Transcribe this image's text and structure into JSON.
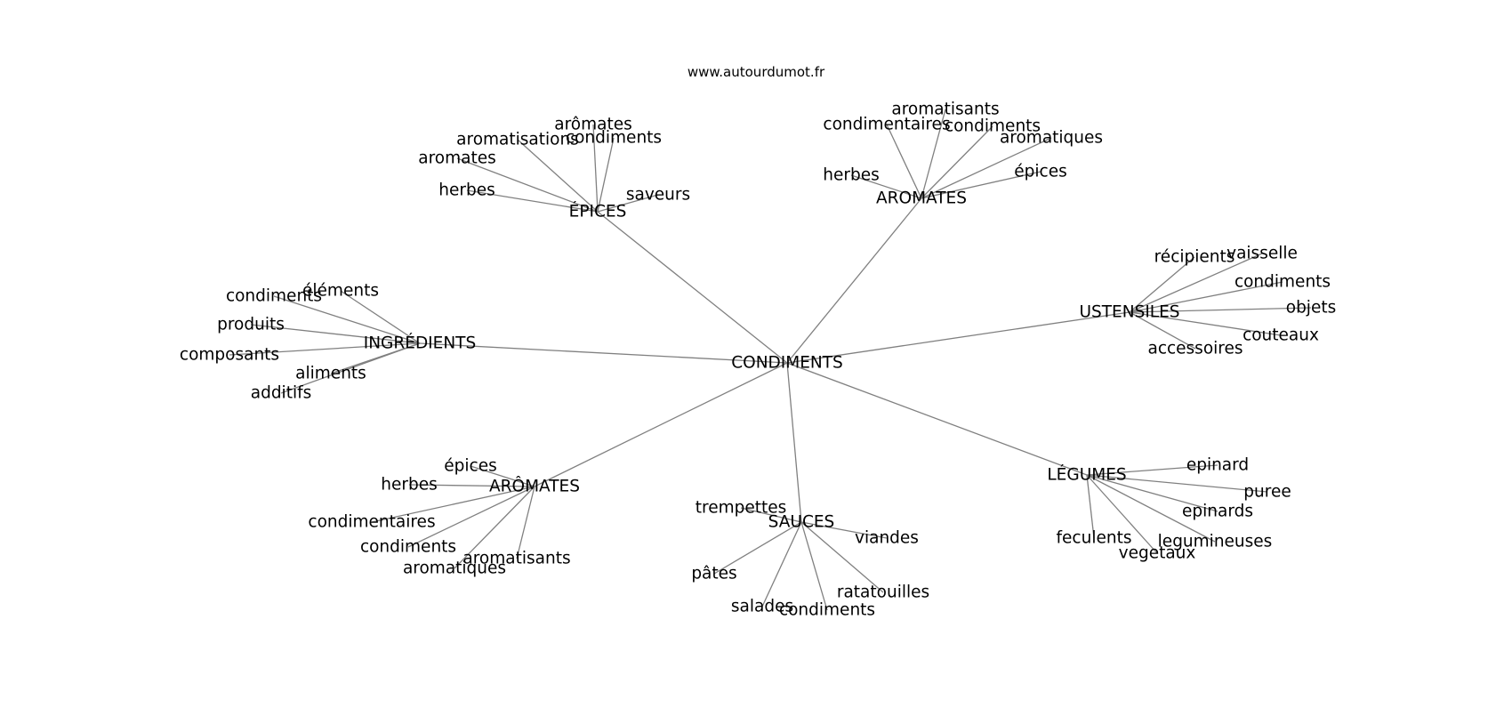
{
  "source": "www.autourdumot.fr",
  "graph": {
    "center": "CONDIMENTS",
    "clusters": [
      {
        "label": "ÉPICES",
        "terms": [
          "arômates",
          "aromatisations",
          "condiments",
          "aromates",
          "herbes",
          "saveurs"
        ]
      },
      {
        "label": "AROMATES",
        "terms": [
          "aromatisants",
          "condimentaires",
          "condiments",
          "aromatiques",
          "herbes",
          "épices"
        ]
      },
      {
        "label": "USTENSILES",
        "terms": [
          "récipients",
          "vaisselle",
          "condiments",
          "objets",
          "couteaux",
          "accessoires"
        ]
      },
      {
        "label": "INGRÉDIENTS",
        "terms": [
          "éléments",
          "condiments",
          "produits",
          "composants",
          "aliments",
          "additifs"
        ]
      },
      {
        "label": "ARÔMATES",
        "terms": [
          "épices",
          "herbes",
          "condimentaires",
          "condiments",
          "aromatisants",
          "aromatiques"
        ]
      },
      {
        "label": "SAUCES",
        "terms": [
          "trempettes",
          "viandes",
          "pâtes",
          "ratatouilles",
          "salades",
          "condiments"
        ]
      },
      {
        "label": "LÉGUMES",
        "terms": [
          "epinard",
          "puree",
          "epinards",
          "feculents",
          "legumineuses",
          "vegetaux"
        ]
      }
    ]
  }
}
